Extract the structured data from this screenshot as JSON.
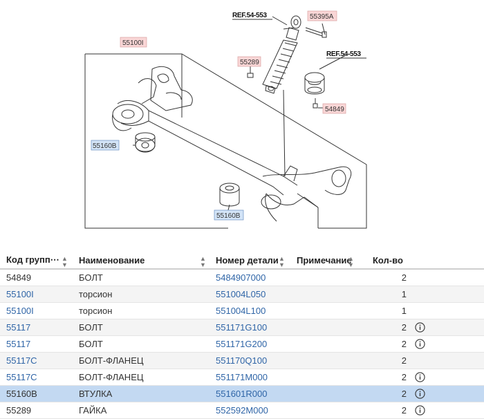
{
  "diagram": {
    "callouts": {
      "ref_top": "REF.54-553",
      "ref_right": "REF.54-553",
      "c55395a": "55395A",
      "c55289": "55289",
      "c54849": "54849",
      "c55100i": "55100I",
      "c55160b_upper": "55160B",
      "c55160b_lower": "55160B"
    },
    "colors": {
      "part_label_bg": "#f9d6d6",
      "linked_label_bg": "#d3e4f7",
      "line": "#333333"
    }
  },
  "table": {
    "headers": {
      "group": "Код групп⋯",
      "name": "Наименование",
      "number": "Номер детали",
      "note": "Примечание",
      "qty": "Кол-во"
    },
    "rows": [
      {
        "group": "54849",
        "name": "БОЛТ",
        "number": "5484907000",
        "qty": "2",
        "group_link": false,
        "info": false
      },
      {
        "group": "55100I",
        "name": "торсион",
        "number": "551004L050",
        "qty": "1",
        "group_link": true,
        "info": false
      },
      {
        "group": "55100I",
        "name": "торсион",
        "number": "551004L100",
        "qty": "1",
        "group_link": true,
        "info": false
      },
      {
        "group": "55117",
        "name": "БОЛТ",
        "number": "551171G100",
        "qty": "2",
        "group_link": true,
        "info": true
      },
      {
        "group": "55117",
        "name": "БОЛТ",
        "number": "551171G200",
        "qty": "2",
        "group_link": true,
        "info": true
      },
      {
        "group": "55117C",
        "name": "БОЛТ-ФЛАНЕЦ",
        "number": "551170Q100",
        "qty": "2",
        "group_link": true,
        "info": false
      },
      {
        "group": "55117C",
        "name": "БОЛТ-ФЛАНЕЦ",
        "number": "551171M000",
        "qty": "2",
        "group_link": true,
        "info": true
      },
      {
        "group": "55160B",
        "name": "ВТУЛКА",
        "number": "551601R000",
        "qty": "2",
        "group_link": false,
        "info": true
      },
      {
        "group": "55289",
        "name": "ГАЙКА",
        "number": "552592M000",
        "qty": "2",
        "group_link": false,
        "info": true
      }
    ]
  }
}
